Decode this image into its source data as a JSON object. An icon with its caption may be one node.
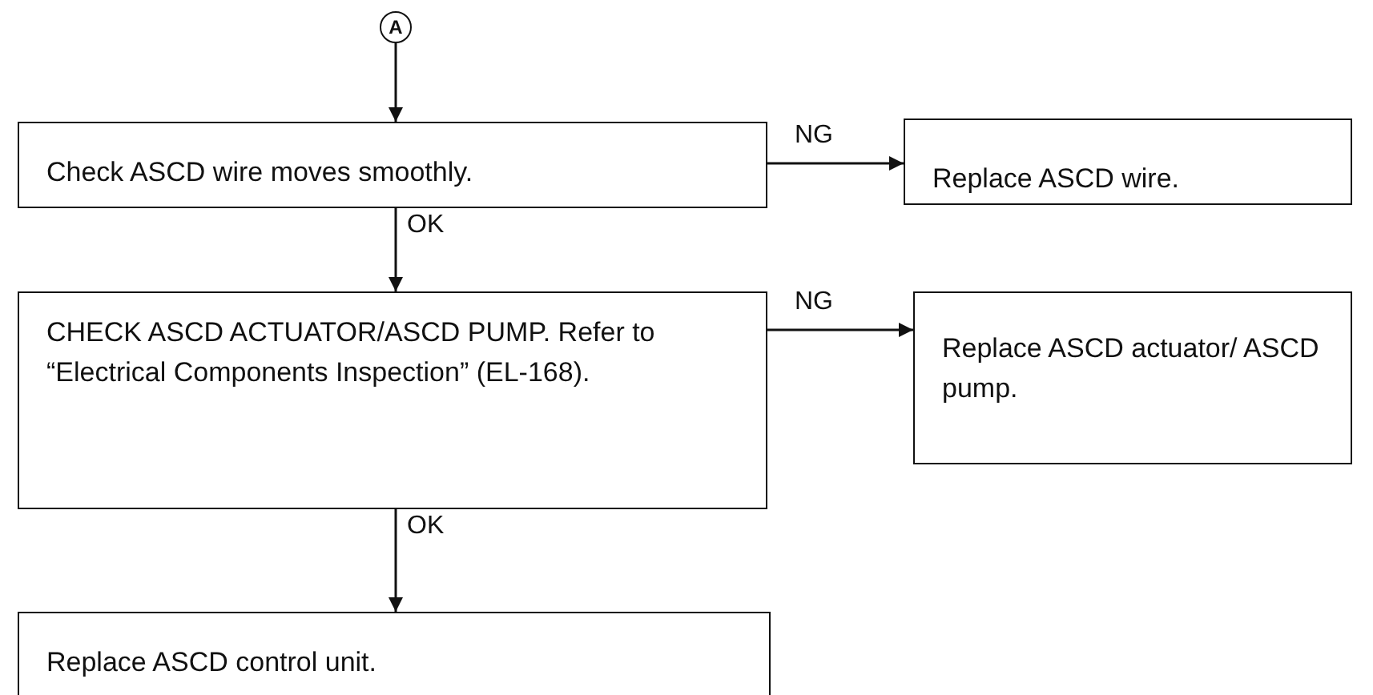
{
  "diagram": {
    "nodes": [
      {
        "text": [
          "A"
        ]
      },
      {
        "text": [
          "Check ASCD wire moves smoothly."
        ]
      },
      {
        "text": [
          "Replace ASCD wire."
        ]
      },
      {
        "text": [
          "CHECK ASCD ACTUATOR/ASCD PUMP. Refer to “Electrical Components Inspection” (EL-168)."
        ]
      },
      {
        "text": [
          "Replace ASCD actuator/ ASCD pump."
        ]
      },
      {
        "text": [
          "Replace ASCD control unit."
        ]
      }
    ],
    "edges": [
      {
        "from": 0,
        "to": 1,
        "arrow": "to"
      },
      {
        "from": 1,
        "to": 2,
        "arrow": "to",
        "label": "NG"
      },
      {
        "from": 1,
        "to": 3,
        "arrow": "to",
        "label": "OK"
      },
      {
        "from": 3,
        "to": 4,
        "arrow": "to",
        "label": "NG"
      },
      {
        "from": 3,
        "to": 5,
        "arrow": "to",
        "label": "OK"
      }
    ]
  }
}
